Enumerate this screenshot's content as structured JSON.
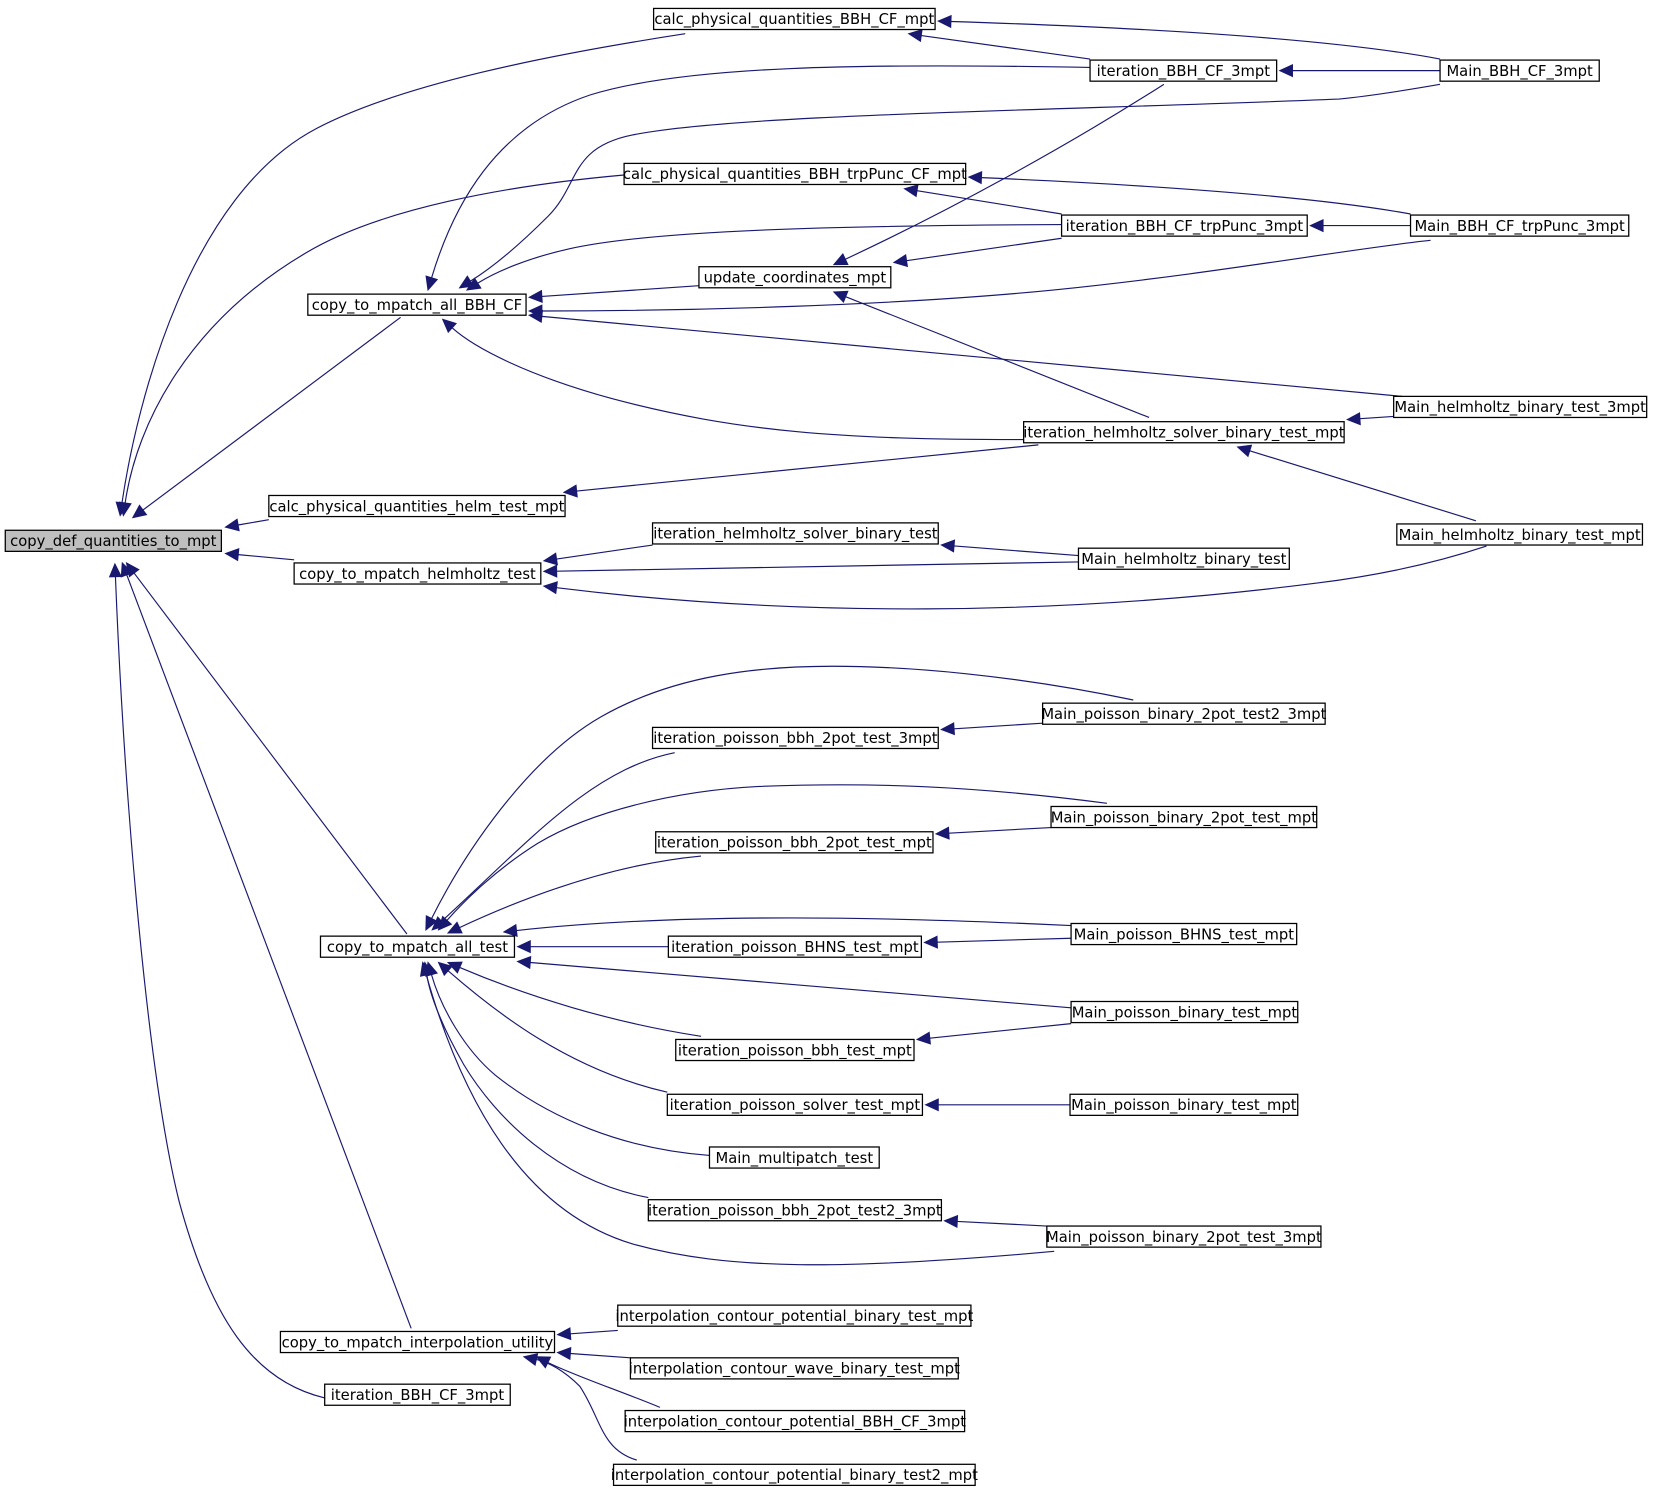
{
  "nodes": [
    {
      "id": "root",
      "label": "copy_def_quantities_to_mpt",
      "root": true
    },
    {
      "id": "calc_bbh",
      "label": "calc_physical_quantities_BBH_CF_mpt"
    },
    {
      "id": "iter_bbh_3",
      "label": "iteration_BBH_CF_3mpt"
    },
    {
      "id": "main_bbh_3",
      "label": "Main_BBH_CF_3mpt"
    },
    {
      "id": "calc_trp",
      "label": "calc_physical_quantities_BBH_trpPunc_CF_mpt"
    },
    {
      "id": "iter_trp",
      "label": "iteration_BBH_CF_trpPunc_3mpt"
    },
    {
      "id": "main_trp",
      "label": "Main_BBH_CF_trpPunc_3mpt"
    },
    {
      "id": "update",
      "label": "update_coordinates_mpt"
    },
    {
      "id": "cp_all_bbh",
      "label": "copy_to_mpatch_all_BBH_CF"
    },
    {
      "id": "main_helm_3",
      "label": "Main_helmholtz_binary_test_3mpt"
    },
    {
      "id": "iter_helm_mpt",
      "label": "iteration_helmholtz_solver_binary_test_mpt"
    },
    {
      "id": "calc_helm",
      "label": "calc_physical_quantities_helm_test_mpt"
    },
    {
      "id": "iter_helm",
      "label": "iteration_helmholtz_solver_binary_test"
    },
    {
      "id": "main_helm",
      "label": "Main_helmholtz_binary_test"
    },
    {
      "id": "main_helm_mpt",
      "label": "Main_helmholtz_binary_test_mpt"
    },
    {
      "id": "cp_helm",
      "label": "copy_to_mpatch_helmholtz_test"
    },
    {
      "id": "main_p2t2_3",
      "label": "Main_poisson_binary_2pot_test2_3mpt"
    },
    {
      "id": "iter_p2t_3",
      "label": "iteration_poisson_bbh_2pot_test_3mpt"
    },
    {
      "id": "main_p2t_mpt",
      "label": "Main_poisson_binary_2pot_test_mpt"
    },
    {
      "id": "iter_p2t_mpt",
      "label": "iteration_poisson_bbh_2pot_test_mpt"
    },
    {
      "id": "cp_all_test",
      "label": "copy_to_mpatch_all_test"
    },
    {
      "id": "iter_bhns",
      "label": "iteration_poisson_BHNS_test_mpt"
    },
    {
      "id": "main_bhns",
      "label": "Main_poisson_BHNS_test_mpt"
    },
    {
      "id": "main_pbt_1",
      "label": "Main_poisson_binary_test_mpt"
    },
    {
      "id": "iter_pbbh",
      "label": "iteration_poisson_bbh_test_mpt"
    },
    {
      "id": "iter_psolver",
      "label": "iteration_poisson_solver_test_mpt"
    },
    {
      "id": "main_pbt_2",
      "label": "Main_poisson_binary_test_mpt"
    },
    {
      "id": "main_multi",
      "label": "Main_multipatch_test"
    },
    {
      "id": "iter_p2t2_3",
      "label": "iteration_poisson_bbh_2pot_test2_3mpt"
    },
    {
      "id": "main_p2t_3",
      "label": "Main_poisson_binary_2pot_test_3mpt"
    },
    {
      "id": "cp_interp",
      "label": "copy_to_mpatch_interpolation_utility"
    },
    {
      "id": "icp_bin",
      "label": "interpolation_contour_potential_binary_test_mpt"
    },
    {
      "id": "icw_bin",
      "label": "interpolation_contour_wave_binary_test_mpt"
    },
    {
      "id": "icp_bbh",
      "label": "interpolation_contour_potential_BBH_CF_3mpt"
    },
    {
      "id": "icp_bin2",
      "label": "interpolation_contour_potential_binary_test2_mpt"
    },
    {
      "id": "iter_bbh_3b",
      "label": "iteration_BBH_CF_3mpt"
    }
  ],
  "edges": [
    [
      "calc_bbh",
      "root"
    ],
    [
      "calc_trp",
      "root"
    ],
    [
      "cp_all_bbh",
      "root"
    ],
    [
      "calc_helm",
      "root"
    ],
    [
      "cp_helm",
      "root"
    ],
    [
      "cp_all_test",
      "root"
    ],
    [
      "cp_interp",
      "root"
    ],
    [
      "iter_bbh_3b",
      "root"
    ],
    [
      "iter_bbh_3",
      "calc_bbh"
    ],
    [
      "main_bbh_3",
      "calc_bbh"
    ],
    [
      "main_bbh_3",
      "iter_bbh_3"
    ],
    [
      "iter_trp",
      "calc_trp"
    ],
    [
      "main_trp",
      "calc_trp"
    ],
    [
      "main_trp",
      "iter_trp"
    ],
    [
      "iter_bbh_3",
      "cp_all_bbh"
    ],
    [
      "main_bbh_3",
      "cp_all_bbh"
    ],
    [
      "iter_trp",
      "cp_all_bbh"
    ],
    [
      "update",
      "cp_all_bbh"
    ],
    [
      "main_trp",
      "cp_all_bbh"
    ],
    [
      "main_helm_3",
      "cp_all_bbh"
    ],
    [
      "iter_helm_mpt",
      "cp_all_bbh"
    ],
    [
      "iter_bbh_3",
      "update"
    ],
    [
      "iter_trp",
      "update"
    ],
    [
      "iter_helm_mpt",
      "update"
    ],
    [
      "main_helm_3",
      "iter_helm_mpt"
    ],
    [
      "main_helm_mpt",
      "iter_helm_mpt"
    ],
    [
      "iter_helm_mpt",
      "calc_helm"
    ],
    [
      "iter_helm",
      "cp_helm"
    ],
    [
      "main_helm",
      "cp_helm"
    ],
    [
      "main_helm_mpt",
      "cp_helm"
    ],
    [
      "main_helm",
      "iter_helm"
    ],
    [
      "main_p2t2_3",
      "iter_p2t_3"
    ],
    [
      "main_p2t_mpt",
      "iter_p2t_mpt"
    ],
    [
      "main_bhns",
      "iter_bhns"
    ],
    [
      "main_pbt_1",
      "iter_pbbh"
    ],
    [
      "main_pbt_2",
      "iter_psolver"
    ],
    [
      "main_p2t_3",
      "iter_p2t2_3"
    ],
    [
      "main_p2t2_3",
      "cp_all_test"
    ],
    [
      "iter_p2t_3",
      "cp_all_test"
    ],
    [
      "main_p2t_mpt",
      "cp_all_test"
    ],
    [
      "iter_p2t_mpt",
      "cp_all_test"
    ],
    [
      "main_bhns",
      "cp_all_test"
    ],
    [
      "iter_bhns",
      "cp_all_test"
    ],
    [
      "main_pbt_1",
      "cp_all_test"
    ],
    [
      "iter_pbbh",
      "cp_all_test"
    ],
    [
      "iter_psolver",
      "cp_all_test"
    ],
    [
      "main_multi",
      "cp_all_test"
    ],
    [
      "iter_p2t2_3",
      "cp_all_test"
    ],
    [
      "main_p2t_3",
      "cp_all_test"
    ],
    [
      "icp_bin",
      "cp_interp"
    ],
    [
      "icw_bin",
      "cp_interp"
    ],
    [
      "icp_bbh",
      "cp_interp"
    ],
    [
      "icp_bin2",
      "cp_interp"
    ]
  ]
}
